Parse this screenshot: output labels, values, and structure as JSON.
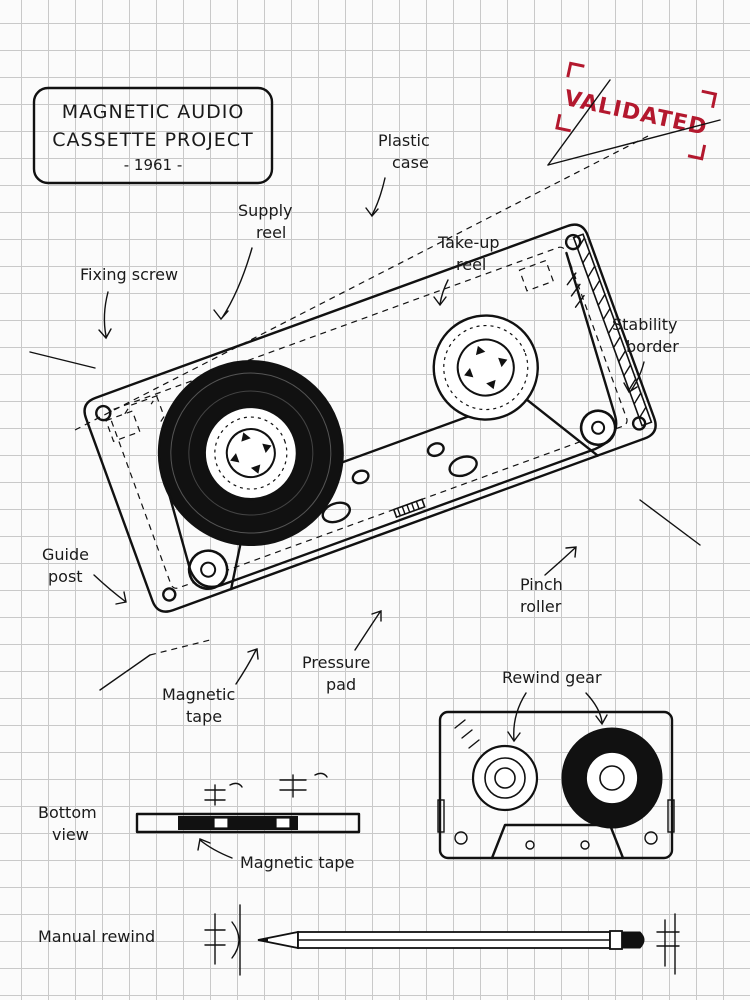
{
  "title_block": {
    "line1": "MAGNETIC AUDIO",
    "line2": "CASSETTE PROJECT",
    "year": "- 1961 -"
  },
  "stamp": {
    "text": "VALIDATED",
    "color": "#b3182e"
  },
  "labels": {
    "plastic_case_1": "Plastic",
    "plastic_case_2": "case",
    "supply_reel_1": "Supply",
    "supply_reel_2": "reel",
    "take_up_reel_1": "Take-up",
    "take_up_reel_2": "reel",
    "fixing_screw": "Fixing screw",
    "stability_border_1": "Stability",
    "stability_border_2": "border",
    "guide_post_1": "Guide",
    "guide_post_2": "post",
    "pinch_roller_1": "Pinch",
    "pinch_roller_2": "roller",
    "pressure_pad_1": "Pressure",
    "pressure_pad_2": "pad",
    "magnetic_tape_1": "Magnetic",
    "magnetic_tape_2": "tape",
    "rewind_gear": "Rewind gear",
    "bottom_view_1": "Bottom",
    "bottom_view_2": "view",
    "magnetic_tape_bottom": "Magnetic tape",
    "manual_rewind": "Manual rewind"
  }
}
